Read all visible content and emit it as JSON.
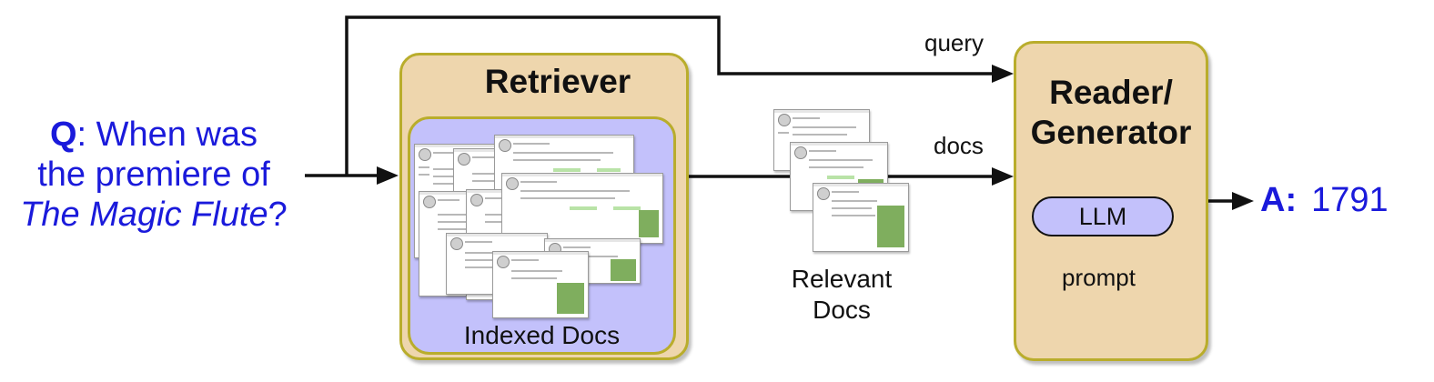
{
  "question": {
    "q_label": "Q",
    "line1_rest": ": When was",
    "line2": "the premiere of",
    "line3_italic": "The Magic Flute",
    "line3_end": "?"
  },
  "retriever": {
    "title": "Retriever",
    "inner_label": "Indexed Docs"
  },
  "relevant_docs": {
    "line1": "Relevant",
    "line2": "Docs"
  },
  "edges": {
    "query_label": "query",
    "docs_label": "docs",
    "prompt_label": "prompt"
  },
  "reader": {
    "title_line1": "Reader/",
    "title_line2": "Generator",
    "llm_label": "LLM"
  },
  "answer": {
    "a_label": "A:",
    "value": "1791"
  },
  "colors": {
    "text_blue": "#1a1adb",
    "box_fill": "#eed6ad",
    "box_border": "#b9ad2c",
    "inner_fill": "#c3c1fb"
  },
  "icons": {
    "document_thumbnail": "wiki-doc-icon"
  }
}
